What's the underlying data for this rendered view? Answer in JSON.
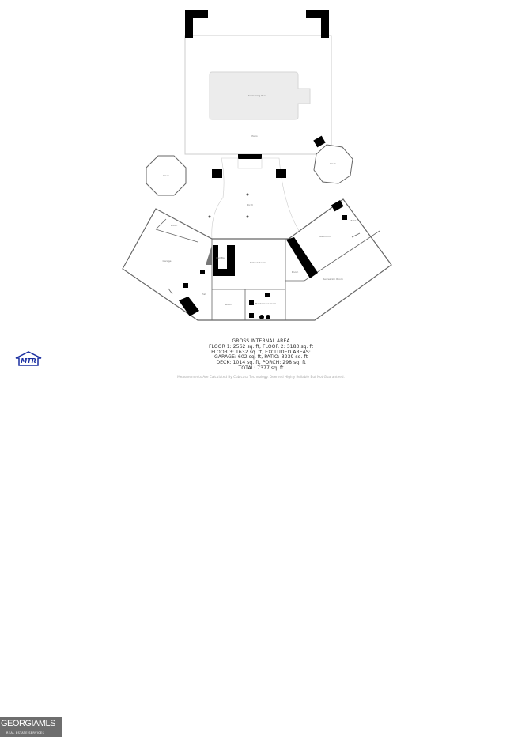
{
  "plan": {
    "rooms": [
      {
        "label": "Patio",
        "size": ""
      },
      {
        "label": "Swimming Pool",
        "size": ""
      },
      {
        "label": "Porch",
        "size": ""
      },
      {
        "label": "Deck",
        "size": ""
      },
      {
        "label": "Deck",
        "size": ""
      },
      {
        "label": "Garage",
        "size": ""
      },
      {
        "label": "Room",
        "size": ""
      },
      {
        "label": "Billiard Room",
        "size": ""
      },
      {
        "label": "Wet Bar",
        "size": ""
      },
      {
        "label": "Bedroom",
        "size": ""
      },
      {
        "label": "Bath",
        "size": ""
      },
      {
        "label": "Room",
        "size": ""
      },
      {
        "label": "Recreation Room",
        "size": ""
      },
      {
        "label": "Hall",
        "size": ""
      },
      {
        "label": "Room",
        "size": ""
      },
      {
        "label": "Mechanical Room",
        "size": ""
      }
    ],
    "wall_color": "#555555",
    "fill_color": "#000000"
  },
  "summary": {
    "heading": "GROSS INTERNAL AREA",
    "line1": "FLOOR 1: 2562 sq. ft, FLOOR 2: 3183 sq. ft",
    "line2": "FLOOR 3: 1632 sq. ft, EXCLUDED AREAS:",
    "line3": "GARAGE: 602 sq. ft, PATIO: 3239 sq. ft",
    "line4": "DECK: 1014 sq. ft, PORCH: 298 sq. ft",
    "total": "TOTAL: 7377 sq. ft",
    "disclaimer": "Measurements Are Calculated By Cubicasa Technology. Deemed Highly Reliable But Not Guaranteed."
  },
  "logo": {
    "badge": "MTR",
    "brand": "GEORGIAMLS",
    "tagline": "REAL ESTATE SERVICES"
  }
}
